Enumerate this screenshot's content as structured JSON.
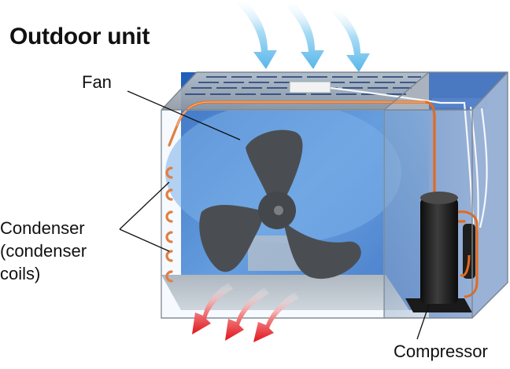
{
  "diagram": {
    "title": "Outdoor unit",
    "labels": {
      "fan": "Fan",
      "condenser_line1": "Condenser",
      "condenser_line2": "(condenser",
      "condenser_line3": "coils)",
      "compressor": "Compressor"
    },
    "colors": {
      "cool_air": "#8fd0f0",
      "hot_air": "#e8202a",
      "copper_tube": "#f28a2e",
      "fan_blade": "#2c2c2c",
      "cabinet_blue": "#2f6fc8"
    }
  }
}
